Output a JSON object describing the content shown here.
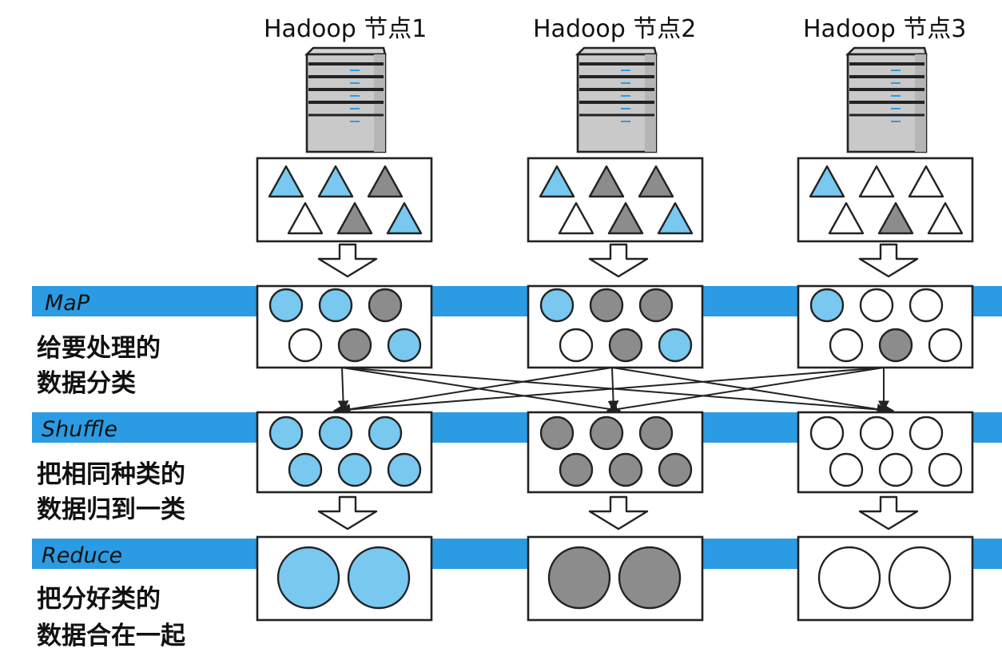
{
  "colors": {
    "band": "#2b9be3",
    "blue": "#78c8f0",
    "gray": "#8c8c8c",
    "white": "#ffffff",
    "stroke": "#222222"
  },
  "nodes": [
    {
      "title": "Hadoop 节点1",
      "input": [
        "blue",
        "blue",
        "gray",
        "white",
        "gray",
        "blue"
      ],
      "map": [
        "blue",
        "blue",
        "gray",
        "white",
        "gray",
        "blue"
      ],
      "shuffle": [
        "blue",
        "blue",
        "blue",
        "blue",
        "blue",
        "blue"
      ],
      "reduce": [
        "blue",
        "blue"
      ]
    },
    {
      "title": "Hadoop 节点2",
      "input": [
        "blue",
        "gray",
        "gray",
        "white",
        "gray",
        "blue"
      ],
      "map": [
        "blue",
        "gray",
        "gray",
        "white",
        "gray",
        "blue"
      ],
      "shuffle": [
        "gray",
        "gray",
        "gray",
        "gray",
        "gray",
        "gray"
      ],
      "reduce": [
        "gray",
        "gray"
      ]
    },
    {
      "title": "Hadoop 节点3",
      "input": [
        "blue",
        "white",
        "white",
        "white",
        "gray",
        "white"
      ],
      "map": [
        "blue",
        "white",
        "white",
        "white",
        "gray",
        "white"
      ],
      "shuffle": [
        "white",
        "white",
        "white",
        "white",
        "white",
        "white"
      ],
      "reduce": [
        "white",
        "white"
      ]
    }
  ],
  "stages": [
    {
      "name": "MaP",
      "desc": [
        "给要处理的",
        "数据分类"
      ]
    },
    {
      "name": "Shuffle",
      "desc": [
        "把相同种类的",
        "数据归到一类"
      ]
    },
    {
      "name": "Reduce",
      "desc": [
        "把分好类的",
        "数据合在一起"
      ]
    }
  ]
}
